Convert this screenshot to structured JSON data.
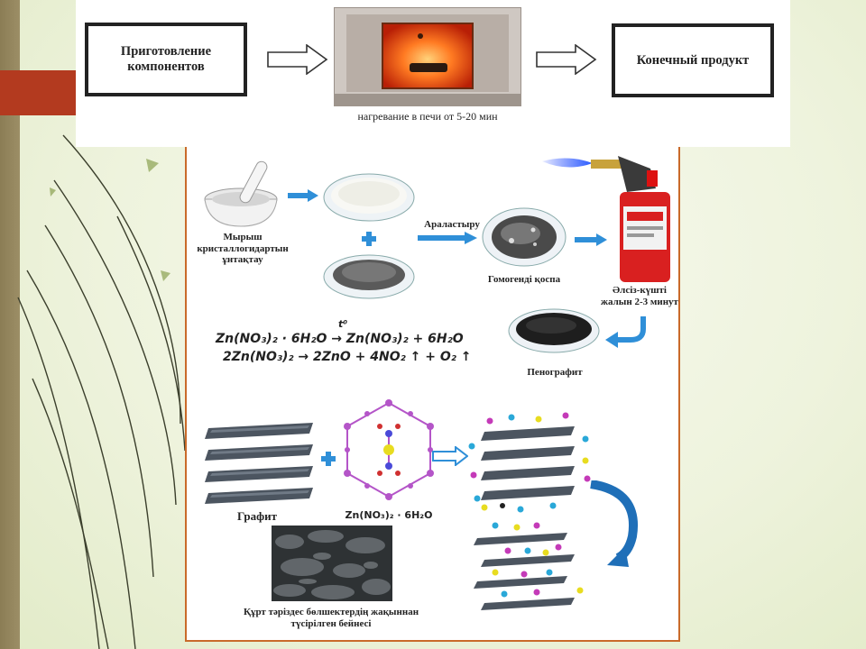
{
  "colors": {
    "accent": "#b33a1f",
    "panel_border": "#c96a2a",
    "arrow_blue": "#2f8fd8",
    "flame": "#ff5a1a"
  },
  "top": {
    "box_left": "Приготовление компонентов",
    "caption": "нагревание в печи от 5-20 мин",
    "box_right": "Конечный продукт"
  },
  "scheme": {
    "mortar_label": "Мырыш кристаллогидартын ұнтақтау",
    "mix_label": "Араластыру",
    "homogeneous_label": "Гомогенді қоспа",
    "flame_label": "Әлсіз-күшті жалын 2-3 минут",
    "equation_1": "Zn(NO₃)₂ · 6H₂O → Zn(NO₃)₂ + 6H₂O",
    "equation_1_condition": "t⁰",
    "equation_2": "2Zn(NO₃)₂ → 2ZnO + 4NO₂ ↑ + O₂ ↑",
    "product_label": "Пенографит",
    "graphite_label": "Графит",
    "salt_formula": "Zn(NO₃)₂ · 6H₂O",
    "photo_caption": "Құрт тәріздес бөлшектердің жақыннан түсірілген бейнесі"
  }
}
